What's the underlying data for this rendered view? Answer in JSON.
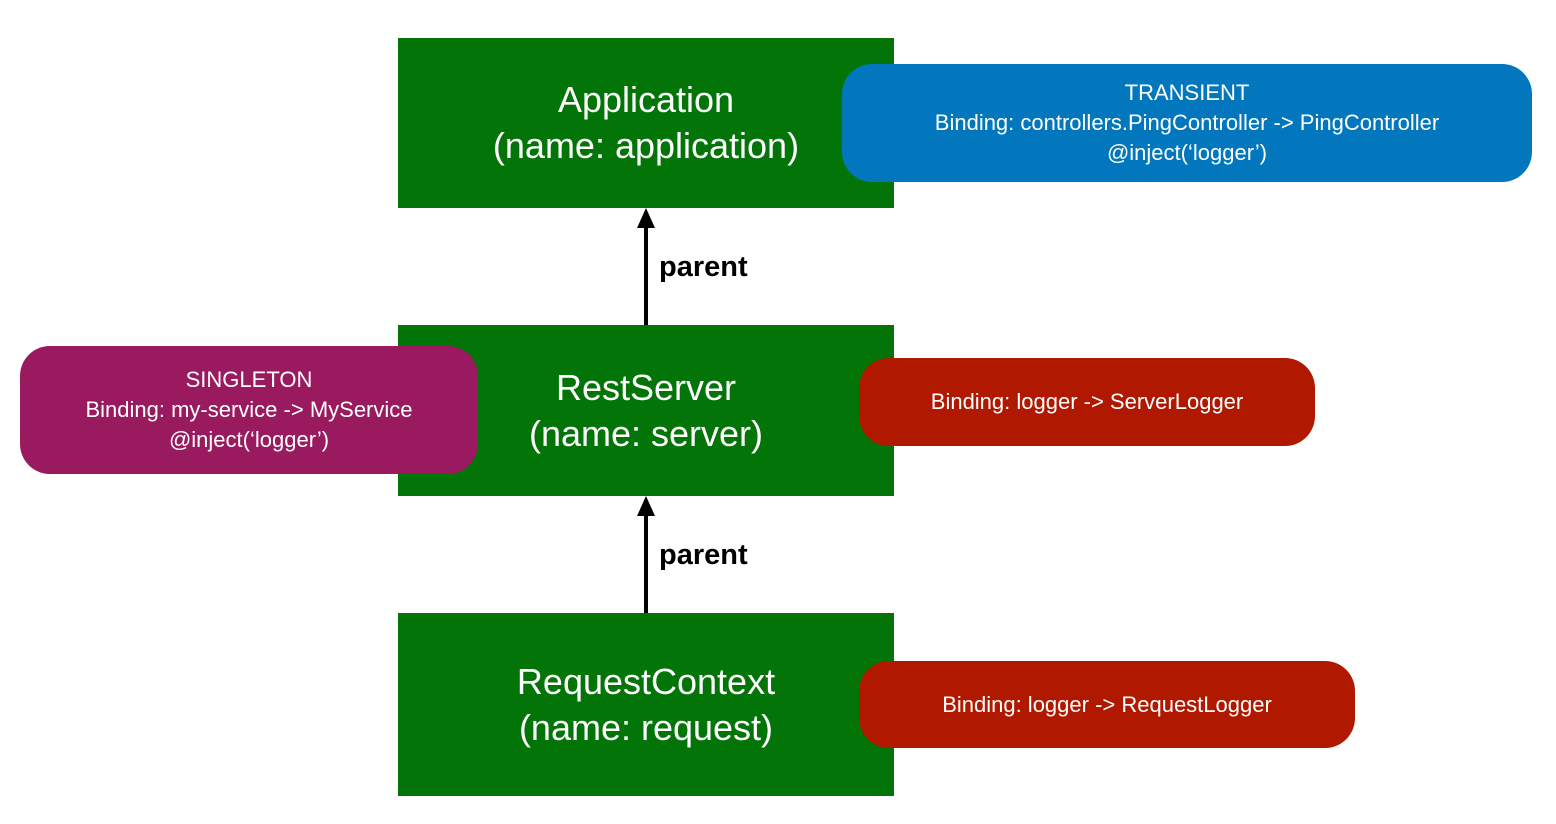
{
  "contexts": {
    "application": {
      "line1": "Application",
      "line2": "(name: application)"
    },
    "server": {
      "line1": "RestServer",
      "line2": "(name: server)"
    },
    "request": {
      "line1": "RequestContext",
      "line2": "(name: request)"
    }
  },
  "notes": {
    "transient": {
      "scope": "TRANSIENT",
      "binding": "Binding: controllers.PingController -> PingController",
      "inject": "@inject(‘logger’)"
    },
    "singleton": {
      "scope": "SINGLETON",
      "binding": "Binding: my-service -> MyService",
      "inject": "@inject(‘logger’)"
    },
    "server_logger": {
      "binding": "Binding: logger -> ServerLogger"
    },
    "request_logger": {
      "binding": "Binding: logger -> RequestLogger"
    }
  },
  "edges": {
    "server_to_application": "parent",
    "request_to_server": "parent"
  },
  "colors": {
    "context": "#037407",
    "transient": "#0377bd",
    "singleton": "#9a1a5f",
    "binding": "#b01800"
  }
}
